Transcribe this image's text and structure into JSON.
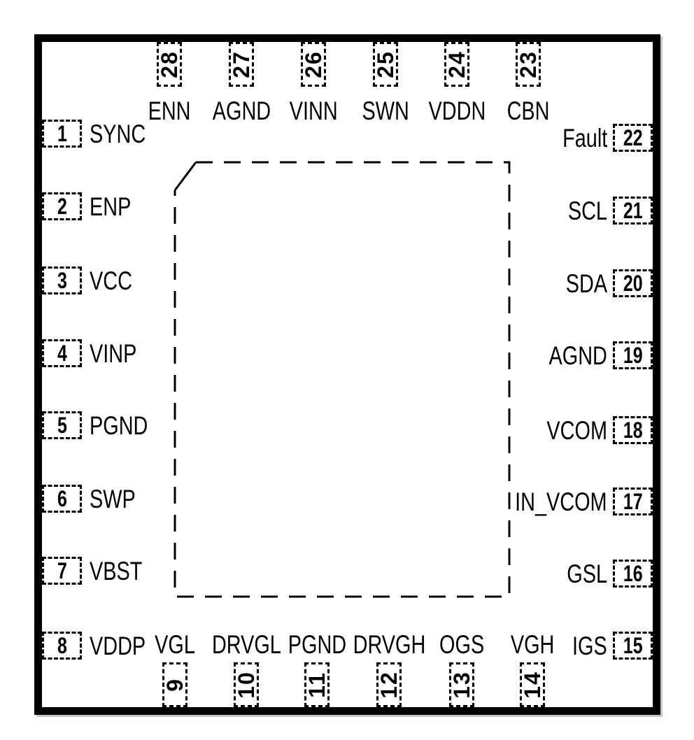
{
  "pins": {
    "top": [
      {
        "num": "28",
        "name": "ENN"
      },
      {
        "num": "27",
        "name": "AGND"
      },
      {
        "num": "26",
        "name": "VINN"
      },
      {
        "num": "25",
        "name": "SWN"
      },
      {
        "num": "24",
        "name": "VDDN"
      },
      {
        "num": "23",
        "name": "CBN"
      }
    ],
    "left": [
      {
        "num": "1",
        "name": "SYNC"
      },
      {
        "num": "2",
        "name": "ENP"
      },
      {
        "num": "3",
        "name": "VCC"
      },
      {
        "num": "4",
        "name": "VINP"
      },
      {
        "num": "5",
        "name": "PGND"
      },
      {
        "num": "6",
        "name": "SWP"
      },
      {
        "num": "7",
        "name": "VBST"
      },
      {
        "num": "8",
        "name": "VDDP"
      }
    ],
    "right": [
      {
        "num": "22",
        "name": "Fault"
      },
      {
        "num": "21",
        "name": "SCL"
      },
      {
        "num": "20",
        "name": "SDA"
      },
      {
        "num": "19",
        "name": "AGND"
      },
      {
        "num": "18",
        "name": "VCOM"
      },
      {
        "num": "17",
        "name": "IN_VCOM"
      },
      {
        "num": "16",
        "name": "GSL"
      },
      {
        "num": "15",
        "name": "IGS"
      }
    ],
    "bottom": [
      {
        "num": "9",
        "name": "VGL"
      },
      {
        "num": "10",
        "name": "DRVGL"
      },
      {
        "num": "11",
        "name": "PGND"
      },
      {
        "num": "12",
        "name": "DRVGH"
      },
      {
        "num": "13",
        "name": "OGS"
      },
      {
        "num": "14",
        "name": "VGH"
      }
    ]
  },
  "colors": {
    "line": "#000000",
    "background": "#ffffff",
    "shadow": "#c6c6c6"
  }
}
